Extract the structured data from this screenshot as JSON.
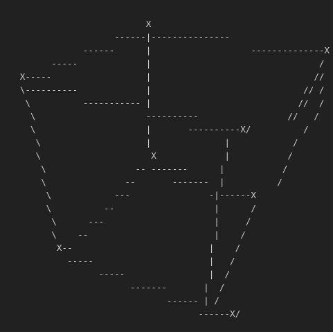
{
  "ascii_lines": [
    "                           X",
    "                     ------|---------------",
    "               ------      |                   --------------X",
    "         -----             |                                /",
    "   X-----                  |                               //",
    "   \\----------             |                             // /",
    "    \\          ----------- |                            //  /",
    "     \\                     ----------                 //   /",
    "     \\                     |       ----------X/          /",
    "      \\                    |              |            /",
    "      \\                     X             |           /",
    "       \\                 -- -------      |           /",
    "       \\               --       -------  |          /",
    "        \\            ---               -|------X",
    "        \\          --                   |      /",
    "         \\      ---                     |     /",
    "         \\    --                        |    /",
    "          X--                          |    /",
    "            -----                      |   /",
    "                  -----                |  /",
    "                        -------       |  /",
    "                               ------ | /",
    "                                     ------X/"
  ]
}
